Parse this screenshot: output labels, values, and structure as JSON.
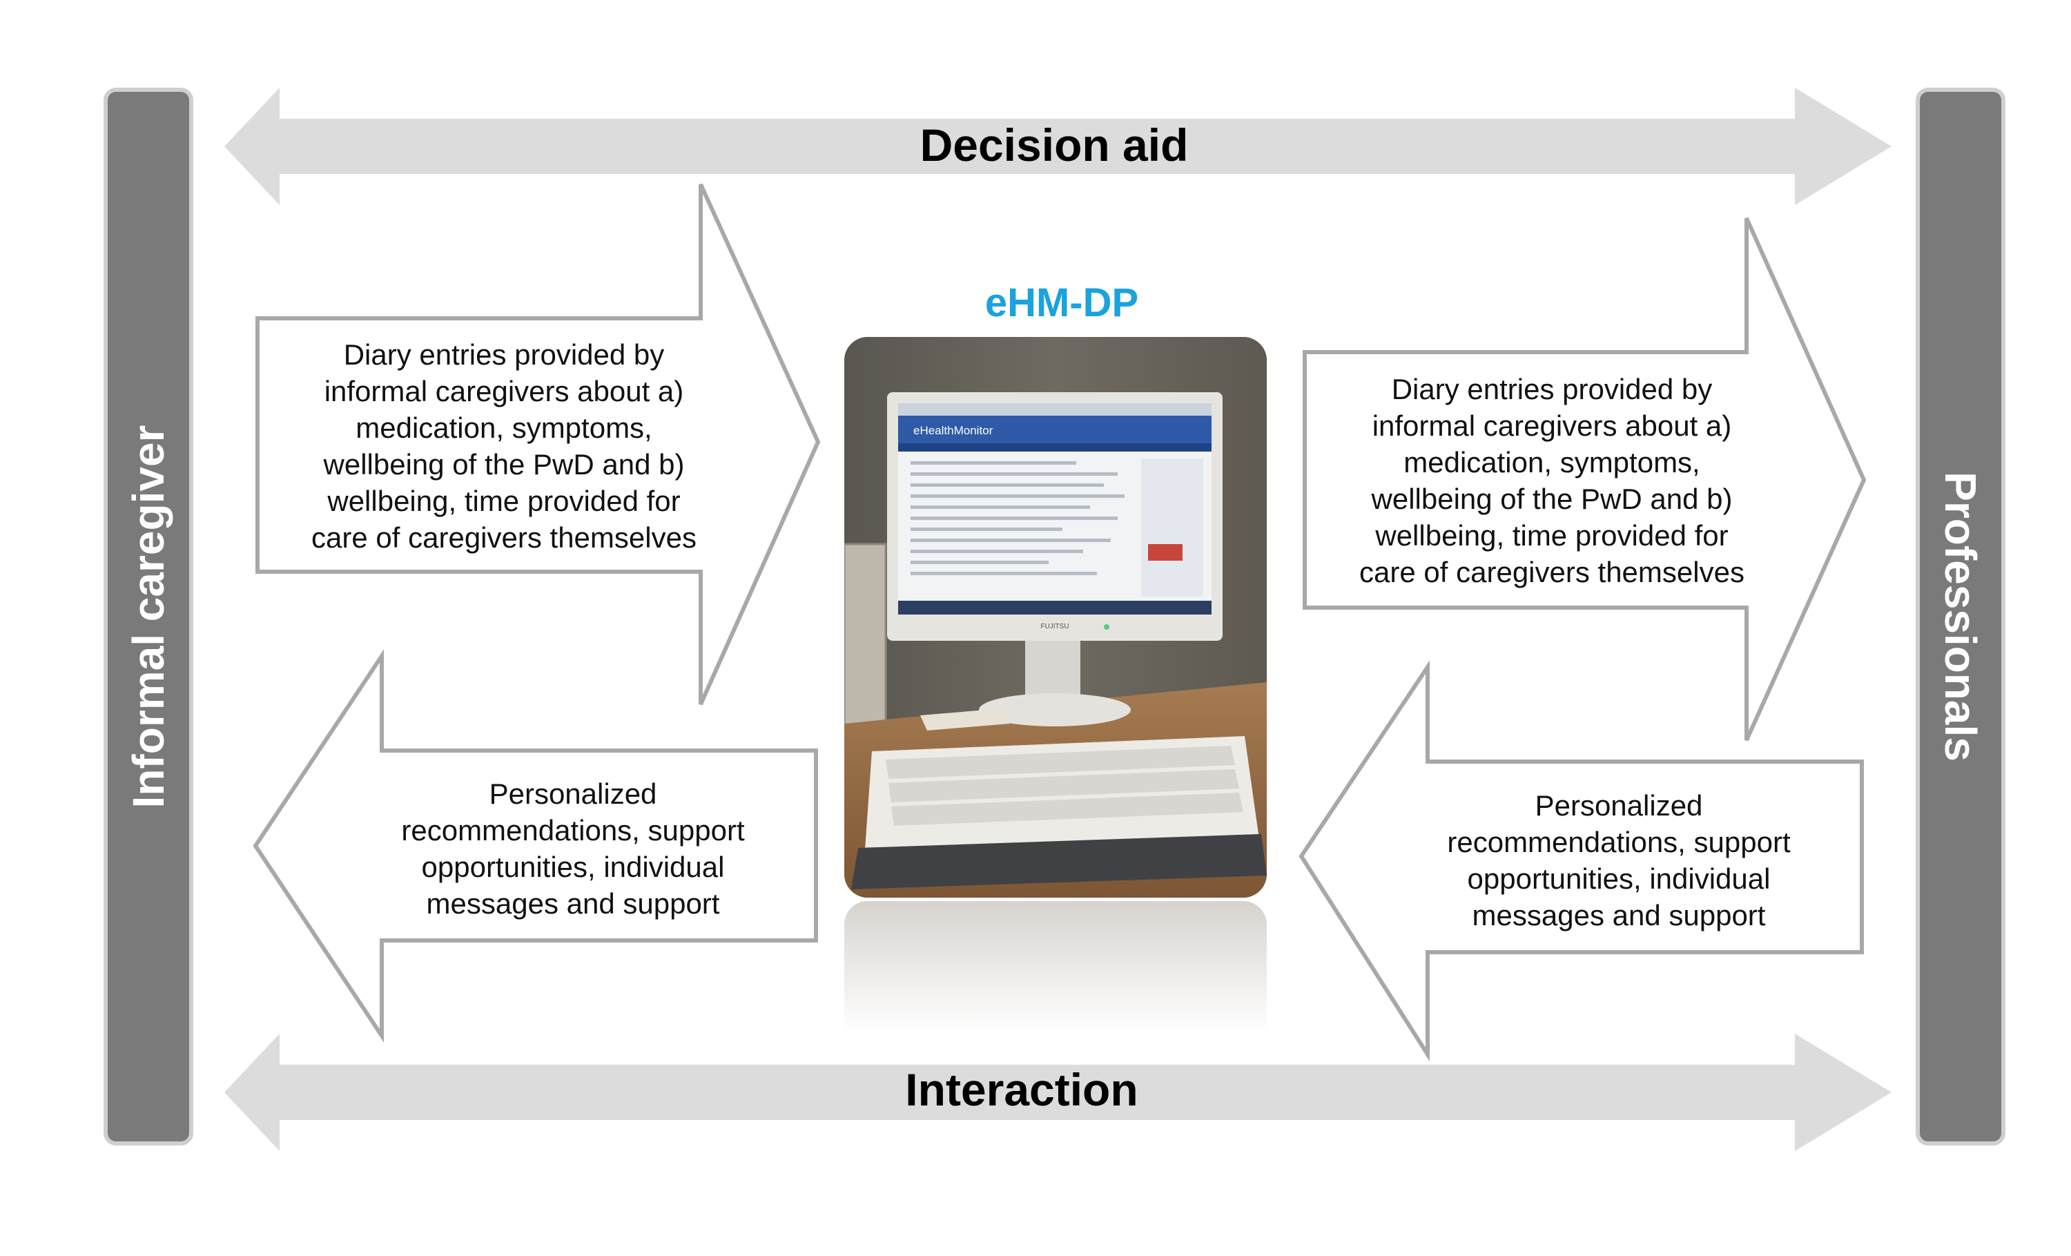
{
  "top_band": {
    "label": "Decision aid"
  },
  "bottom_band": {
    "label": "Interaction"
  },
  "left_sidebar": {
    "label": "Informal caregiver"
  },
  "right_sidebar": {
    "label": "Professionals"
  },
  "center": {
    "title": "eHM-DP",
    "title_color": "#1aa3dc",
    "monitor": {
      "brand": "eHealthMonitor",
      "badge": "FUJITSU"
    }
  },
  "arrows": {
    "left_to_center": {
      "lines": [
        "Diary entries provided by",
        "informal caregivers about a)",
        "medication, symptoms,",
        "wellbeing of the PwD and b)",
        "wellbeing, time provided for",
        "care of caregivers themselves"
      ]
    },
    "center_to_left": {
      "lines": [
        "Personalized",
        "recommendations, support",
        "opportunities, individual",
        "messages and support"
      ]
    },
    "center_to_right": {
      "lines": [
        "Diary entries provided by",
        "informal caregivers about a)",
        "medication, symptoms,",
        "wellbeing of the PwD and b)",
        "wellbeing, time provided for",
        "care of caregivers themselves"
      ]
    },
    "right_to_center": {
      "lines": [
        "Personalized",
        "recommendations, support",
        "opportunities, individual",
        "messages and support"
      ]
    }
  },
  "colors": {
    "band_fill": "#dcdcdc",
    "sidebar_fill": "#7a7a7a",
    "arrow_stroke": "#a8a8a8"
  }
}
